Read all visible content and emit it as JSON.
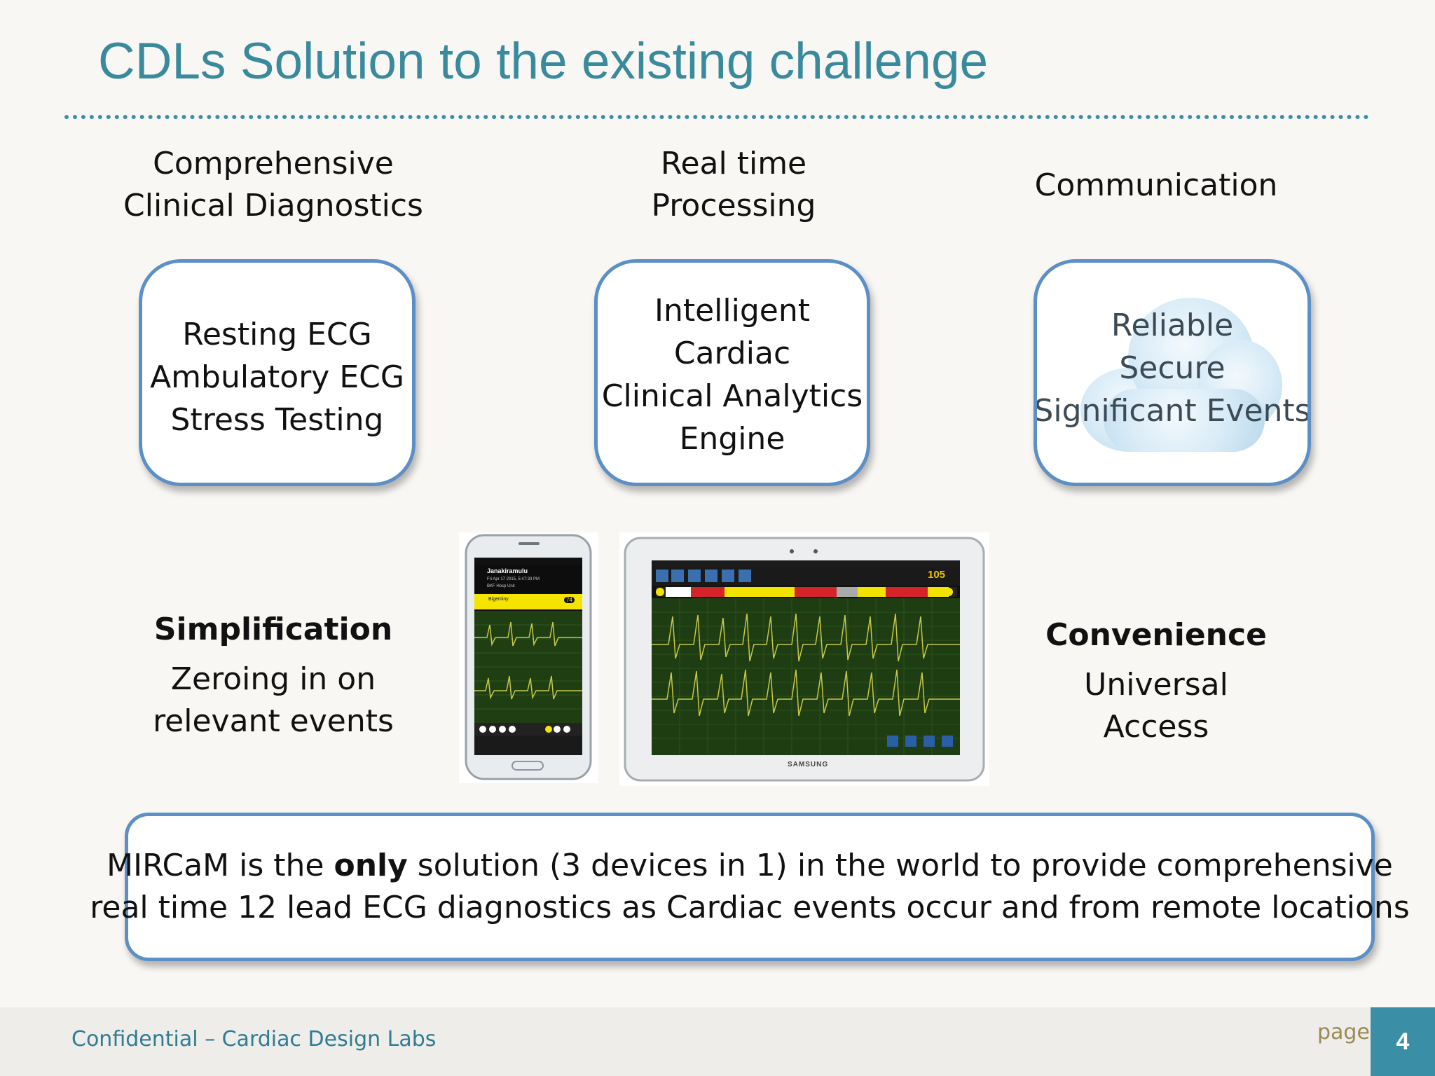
{
  "title": "CDLs Solution to the existing challenge",
  "columns": [
    {
      "header": [
        "Comprehensive",
        "Clinical Diagnostics"
      ],
      "box_lines": [
        "Resting ECG",
        "Ambulatory ECG",
        "Stress Testing"
      ]
    },
    {
      "header": [
        "Real time",
        "Processing"
      ],
      "box_lines": [
        "Intelligent",
        "Cardiac",
        "Clinical Analytics",
        "Engine"
      ]
    },
    {
      "header": [
        "Communication"
      ],
      "box_lines": [
        "Reliable",
        "Secure",
        "Significant Events"
      ]
    }
  ],
  "simplification": {
    "heading": "Simplification",
    "lines": [
      "Zeroing in on",
      "relevant events"
    ]
  },
  "convenience": {
    "heading": "Convenience",
    "lines": [
      "Universal",
      "Access"
    ]
  },
  "phone": {
    "patient_name": "Janakiramulu",
    "date_line": "Fri Apr 17 2015, 5:47:33 PM",
    "unit": "BKF Hosp Unit",
    "event_label": "Bigeminy",
    "event_count": "74"
  },
  "tablet": {
    "heart_rate": "105",
    "brand": "SAMSUNG"
  },
  "statement": {
    "line1_before": "MIRCaM is the ",
    "line1_bold": "only",
    "line1_after": " solution (3 devices in 1) in the world to provide comprehensive",
    "line2": "real time 12 lead ECG diagnostics as Cardiac events occur and from remote locations"
  },
  "footer": {
    "confidential": "Confidential – Cardiac Design Labs",
    "page_word": "page",
    "page_number": "4"
  },
  "colors": {
    "title": "#3a8a9e",
    "box_border": "#5b8fc6",
    "accent": "#3a8fa6",
    "ecg_bg": "#1e3d12",
    "ecg_trace": "#c8c84a"
  }
}
